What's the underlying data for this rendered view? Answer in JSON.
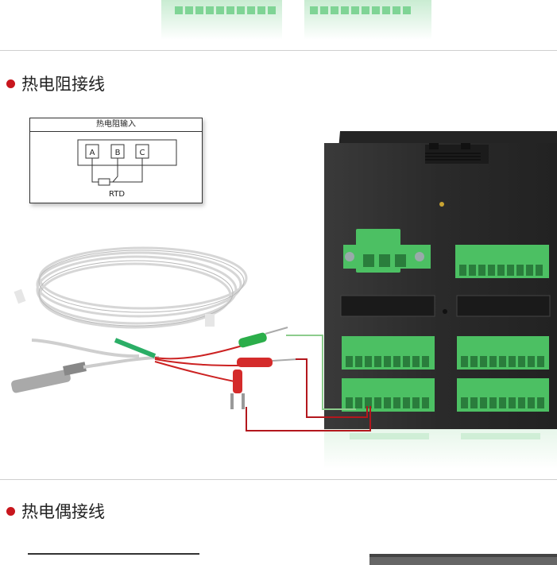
{
  "sections": [
    {
      "title": "热电阻接线"
    },
    {
      "title": "热电偶接线"
    }
  ],
  "rtd_diagram": {
    "header": "热电阻输入",
    "terminals": [
      "A",
      "B",
      "C"
    ],
    "caption": "RTD"
  },
  "colors": {
    "bullet": "#c8161d",
    "terminal_green": "#4cc063",
    "controller_body": "#2d2d2d",
    "wire_green": "#8ccc8c",
    "wire_red": "#b3171d"
  }
}
